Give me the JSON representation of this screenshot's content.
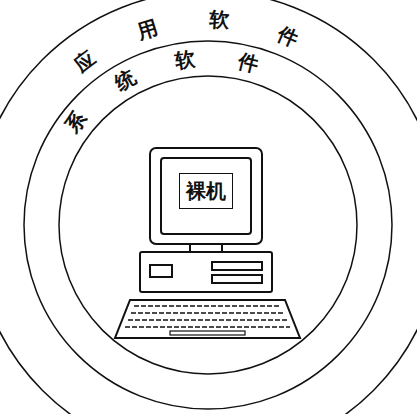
{
  "diagram": {
    "nodes": [
      {
        "text": [
          "应用软件"
        ]
      },
      {
        "text": [
          "系统软件"
        ],
        "in": 0
      },
      {
        "text": [
          "裸机"
        ],
        "in": 1
      }
    ]
  }
}
